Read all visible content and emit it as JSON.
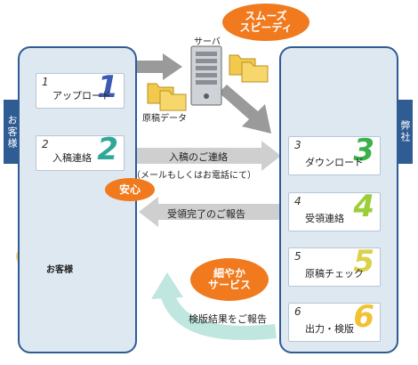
{
  "left_panel": {
    "tab_label": "お客様"
  },
  "right_panel": {
    "tab_label": "弊社"
  },
  "server": {
    "label": "サーバ",
    "data_label": "原稿データ"
  },
  "customer_label": "お客様",
  "steps": [
    {
      "num": "1",
      "label": "アップロード",
      "digit_color": "#3d5bb3"
    },
    {
      "num": "2",
      "label": "入稿連絡",
      "digit_color": "#2fa89a"
    },
    {
      "num": "3",
      "label": "ダウンロード",
      "digit_color": "#3cb04a"
    },
    {
      "num": "4",
      "label": "受領連絡",
      "digit_color": "#9ccd3a"
    },
    {
      "num": "5",
      "label": "原稿チェック",
      "digit_color": "#d9d24a"
    },
    {
      "num": "6",
      "label": "出力・検版",
      "digit_color": "#f1c233"
    }
  ],
  "arrows": {
    "submit_contact": "入稿のご連絡",
    "submit_contact_note": "（メールもしくはお電話にて）",
    "receipt_report": "受領完了のご報告",
    "proof_report": "検版結果をご報告"
  },
  "bubbles": {
    "smooth": "スムーズ\nスピーディ",
    "anshin": "安心",
    "service": "細やか\nサービス"
  },
  "colors": {
    "panel_border": "#2f5c93",
    "panel_fill": "#dde8f1",
    "accent_orange": "#f07a1d",
    "arrow_gray": "#9a9a9a"
  }
}
